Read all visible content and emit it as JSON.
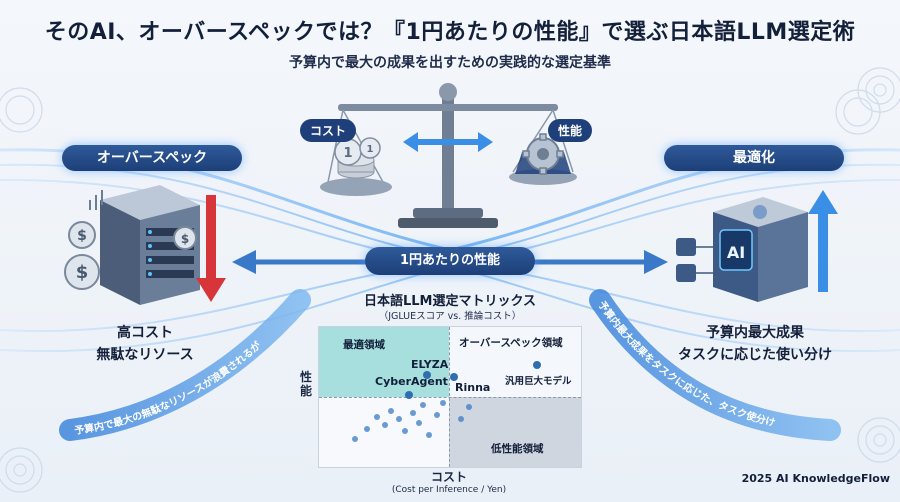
{
  "title": "そのAI、オーバースペックでは？『1円あたりの性能』で選ぶ日本語LLM選定術",
  "subtitle": "予算内で最大の成果を出すための実践的な選定基準",
  "scale": {
    "cost_label": "コスト",
    "performance_label": "性能"
  },
  "center_label": "1円あたりの性能",
  "left": {
    "header": "オーバースペック",
    "caption_line1": "高コスト",
    "caption_line2": "無駄なリソース",
    "curve_text": "予算内で最大の無駄なリソースが浪費されるが"
  },
  "right": {
    "header": "最適化",
    "caption_line1": "予算内最大成果",
    "caption_line2": "タスクに応じた使い分け",
    "curve_text": "予算内最大成果をタスクに応じた、タスク使分け",
    "chip_label": "AI"
  },
  "matrix": {
    "title": "日本語LLM選定マトリックス",
    "subtitle": "（JGLUEスコア vs. 推論コスト）",
    "x_label": "コスト",
    "x_sublabel": "(Cost per Inference / Yen)",
    "y_label": "性能",
    "quadrants": {
      "optimal": "最適領域",
      "overspec": "オーバースペック領域",
      "low": "低性能領域"
    },
    "models": [
      "ELYZA",
      "CyberAgent",
      "Rinna",
      "汎用巨大モデル"
    ]
  },
  "footer": "2025 AI KnowledgeFlow",
  "colors": {
    "navy": "#1d3f78",
    "accent_blue": "#3a8ee6",
    "red_arrow": "#d6353a",
    "teal": "#7fd3d3"
  }
}
